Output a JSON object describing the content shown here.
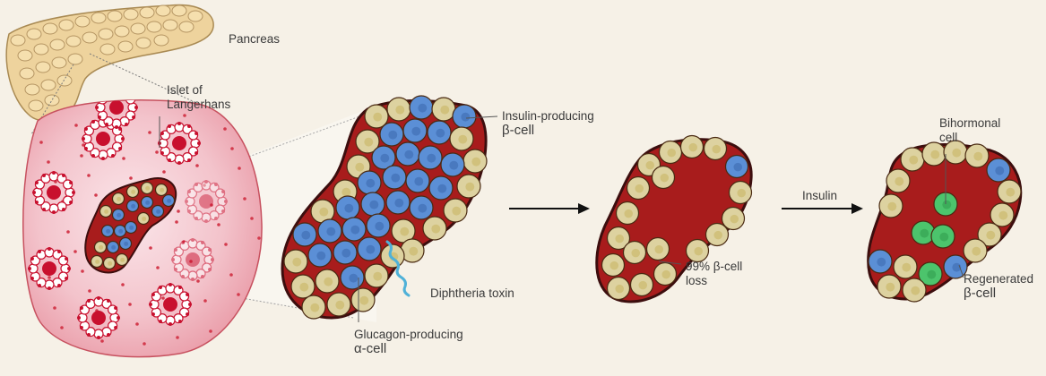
{
  "labels": {
    "pancreas": "Pancreas",
    "islet_line1": "Islet of",
    "islet_line2": "Langerhans",
    "insulin_line1": "Insulin-producing",
    "insulin_line2": "β-cell",
    "toxin": "Diphtheria toxin",
    "glucagon_line1": "Glucagon-producing",
    "glucagon_line2": "α-cell",
    "loss_line1": "99%  β-cell",
    "loss_line2": "loss",
    "insulin_arrow": "Insulin",
    "bihormonal_line1": "Bihormonal",
    "bihormonal_line2": "cell",
    "regen_line1": "Regenerated",
    "regen_line2": "β-cell"
  },
  "colors": {
    "background": "#f6f1e7",
    "alpha_cell": "#ddd2a0",
    "beta_cell": "#5b8fd6",
    "bihormonal_cell": "#4cc46c",
    "islet_matrix": "#a81c1c",
    "pancreas_tissue": "#f2c9cf"
  },
  "icons": [
    "pancreas-organ",
    "tissue-section",
    "islet-cluster",
    "arrow-right"
  ]
}
